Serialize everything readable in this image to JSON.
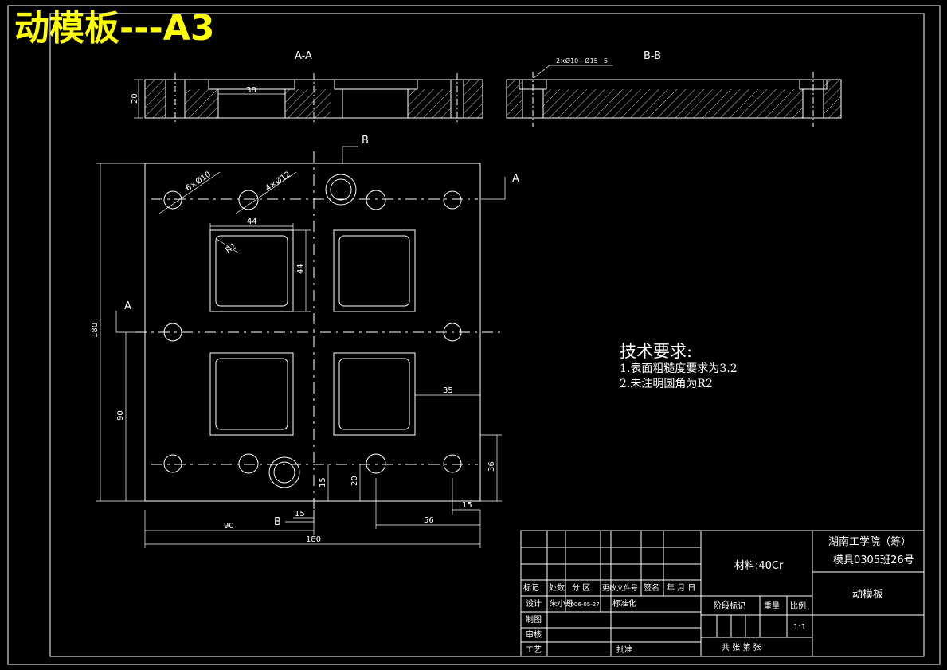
{
  "title": "动模板---A3",
  "section_labels": {
    "aa": "A-A",
    "bb": "B-B",
    "a_mark": "A",
    "b_mark": "B"
  },
  "hole_callouts": {
    "h1": "6×Ø10",
    "h2": "4×Ø12",
    "cbore": "2×Ø10—Ø15",
    "cbore_depth": "5"
  },
  "dims": {
    "thickness": "20",
    "aa_38": "38",
    "pocket_w": "44",
    "pocket_h": "44",
    "fillet": "R2",
    "d35": "35",
    "height180": "180",
    "height90": "90",
    "d15v": "15",
    "d20": "20",
    "d36": "36",
    "d15a": "15",
    "d15b": "15",
    "width90": "90",
    "d56": "56",
    "width180": "180"
  },
  "tech_requirements": {
    "heading": "技术要求:",
    "items": [
      "1.表面粗糙度要求为3.2",
      "2.未注明圆角为R2"
    ]
  },
  "title_block": {
    "material": "材料:40Cr",
    "school": "湖南工学院（筹）",
    "class_no": "模具0305班26号",
    "part_name": "动模板",
    "rev_headers": [
      "标记",
      "处数",
      "分 区",
      "更改文件号",
      "签名",
      "年 月 日"
    ],
    "design_label": "设计",
    "designer": "朱小丹",
    "date": "2006-05-27",
    "standardize": "标准化",
    "drawing_label": "制图",
    "review_label": "审核",
    "process_label": "工艺",
    "approve_label": "批准",
    "stage_label": "阶段标记",
    "weight_label": "重量",
    "scale_label": "比例",
    "scale_value": "1:1",
    "sheets_label": "共    张    第    张"
  },
  "colors": {
    "background": "#000000",
    "lines": "#ffffff",
    "title": "#ffff00"
  }
}
